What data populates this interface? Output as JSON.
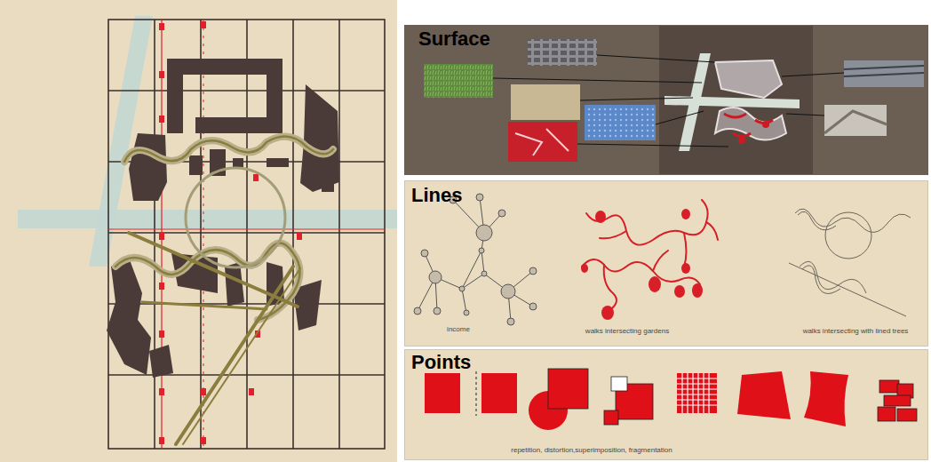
{
  "diagram": {
    "nodes": [
      {
        "text": [
          "Surface"
        ]
      },
      {
        "text": [
          "Lines",
          "income",
          "walks intersecting gardens",
          "walks intersecting with lined trees"
        ]
      },
      {
        "text": [
          "Points",
          "repetition, distortion,superimposition, fragmentation"
        ]
      }
    ]
  }
}
